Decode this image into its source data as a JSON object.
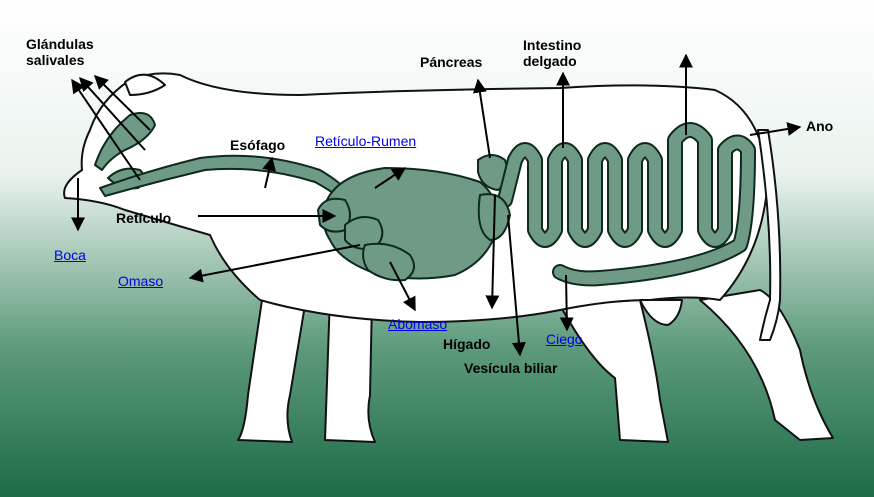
{
  "labels": {
    "glandulas_line1": "Glándulas",
    "glandulas_line2": "salivales",
    "esofago": "Esófago",
    "reticulo": "Retículo",
    "pancreas": "Páncreas",
    "intestino_line1": "Intestino",
    "intestino_line2": "delgado",
    "ano": "Ano",
    "higado": "Hígado",
    "vesicula": "Vesícula biliar"
  },
  "links": {
    "reticulo_rumen": "Retículo-Rumen",
    "boca": "Boca",
    "omaso": "Omaso",
    "abomaso": "Abomaso",
    "ciego": "Ciego"
  },
  "colors": {
    "background_top": "#ffffff",
    "background_bottom": "#1d6b47",
    "organ_fill": "#6f9a85",
    "organ_stroke": "#0d2a1c",
    "body_fill": "#ffffff",
    "link": "#0000ee"
  }
}
